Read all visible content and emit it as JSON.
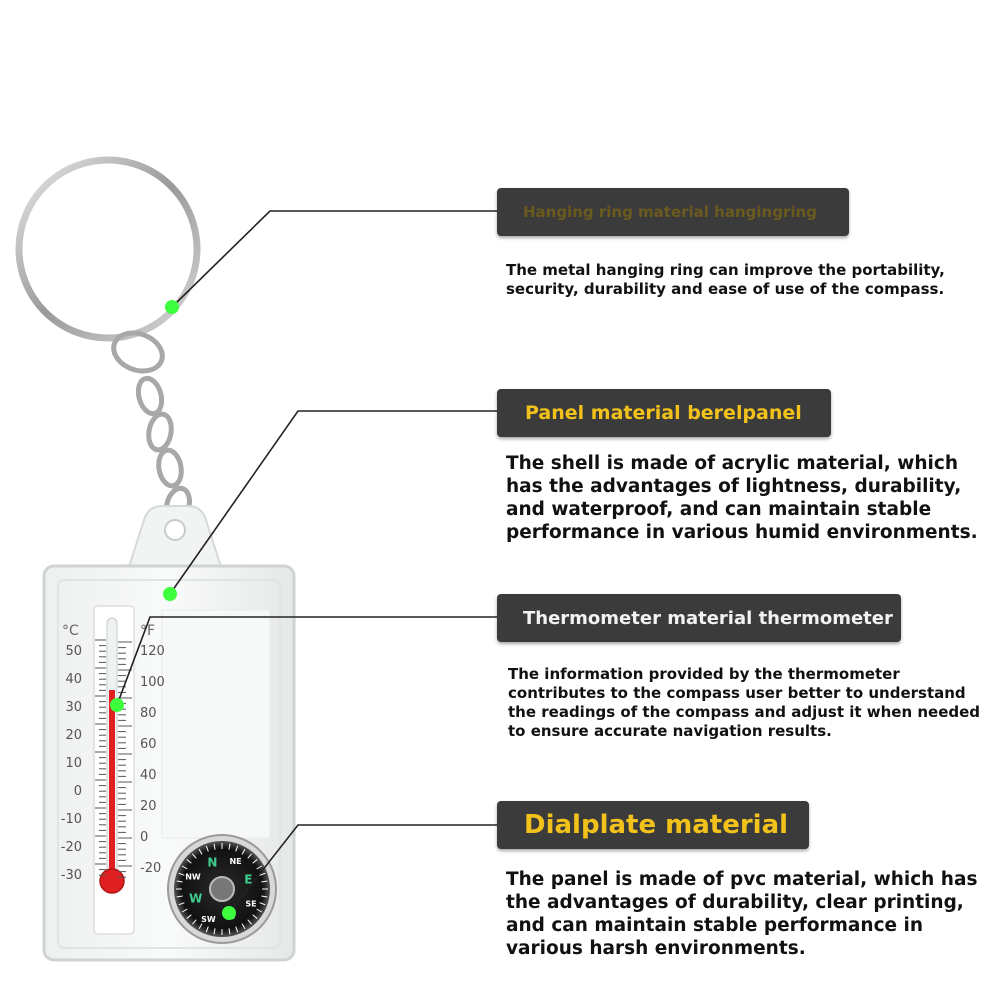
{
  "colors": {
    "label_background": "#3b3b3b",
    "label_text_primary": "#f2c21b",
    "label_text_muted": "#6b5a1e",
    "label_text_white": "#f2f2f2",
    "marker_dot": "#3dff3d",
    "thermometer_liquid": "#e02020"
  },
  "callouts": [
    {
      "label": "Hanging ring material hangingring",
      "description_lines": [
        "The metal hanging ring can improve the portability,",
        "security, durability and ease of use of the compass."
      ]
    },
    {
      "label": "Panel material berelpanel",
      "description_lines": [
        "The shell is made of acrylic material, which",
        "has the advantages of lightness, durability,",
        "and waterproof, and can maintain stable",
        "performance in various humid environments."
      ]
    },
    {
      "label": "Thermometer material thermometer",
      "description_lines": [
        "The information provided by the thermometer",
        "contributes to the compass user better to understand",
        "the readings of the compass and adjust it when needed",
        "to ensure accurate navigation results."
      ]
    },
    {
      "label": "Dialplate material",
      "description_lines": [
        "The panel is made of pvc material, which has",
        "the advantages of durability, clear printing,",
        "and can maintain stable performance in",
        "various harsh environments."
      ]
    }
  ],
  "thermometer": {
    "celsius_unit": "°C",
    "fahrenheit_unit": "°F",
    "celsius_ticks": [
      "50",
      "40",
      "30",
      "20",
      "10",
      "0",
      "-10",
      "-20",
      "-30"
    ],
    "fahrenheit_ticks": [
      "120",
      "100",
      "80",
      "60",
      "40",
      "20",
      "0",
      "-20"
    ]
  },
  "compass": {
    "letters": [
      "N",
      "E",
      "S",
      "W",
      "NE",
      "NW",
      "SE",
      "SW"
    ]
  }
}
